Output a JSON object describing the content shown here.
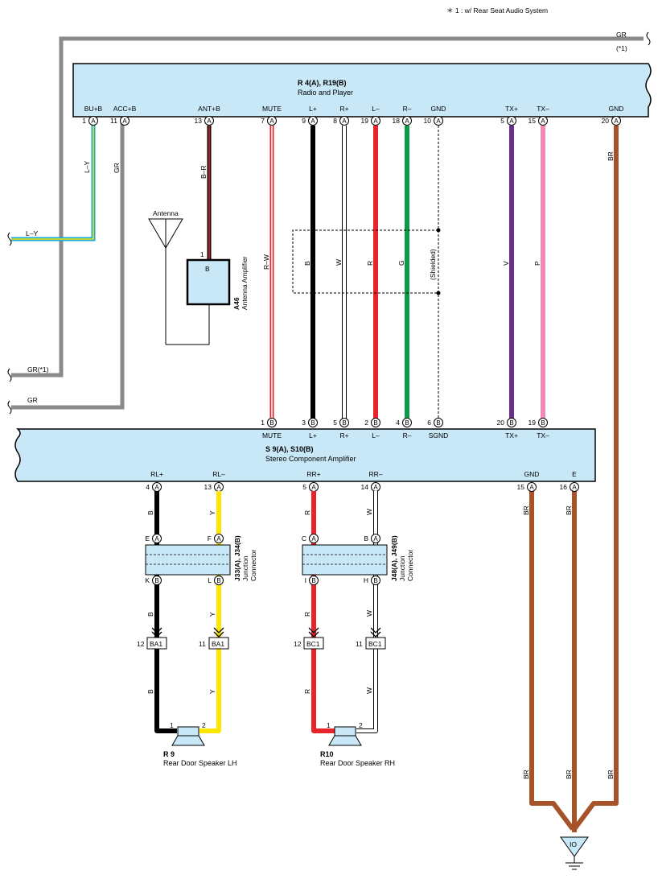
{
  "note": "＊ 1 : w/ Rear Seat Audio System",
  "colors": {
    "gray": "#8a8a8a",
    "black": "#000000",
    "red": "#e8232a",
    "green": "#0a9a4a",
    "violet": "#6a2f8e",
    "pink": "#f08ab5",
    "brown": "#a6532a",
    "yellow": "#ffe600",
    "cyan": "#17a8e0",
    "box_fill": "#c8e8f8",
    "white": "#ffffff"
  },
  "wires": {
    "top_gr": "GR",
    "top_gr_note": "(*1)",
    "left_ly": "L–Y",
    "left_gr1": "GR(*1)",
    "left_gr2": "GR"
  },
  "radio": {
    "id": "R 4(A), R19(B)",
    "name": "Radio and Player",
    "pins": [
      {
        "label": "BU+B",
        "num": "1",
        "con": "A"
      },
      {
        "label": "ACC+B",
        "num": "11",
        "con": "A"
      },
      {
        "label": "ANT+B",
        "num": "13",
        "con": "A"
      },
      {
        "label": "MUTE",
        "num": "7",
        "con": "A"
      },
      {
        "label": "L+",
        "num": "9",
        "con": "A"
      },
      {
        "label": "R+",
        "num": "8",
        "con": "A"
      },
      {
        "label": "L–",
        "num": "19",
        "con": "A"
      },
      {
        "label": "R–",
        "num": "18",
        "con": "A"
      },
      {
        "label": "GND",
        "num": "10",
        "con": "A"
      },
      {
        "label": "TX+",
        "num": "5",
        "con": "A"
      },
      {
        "label": "TX–",
        "num": "15",
        "con": "A"
      },
      {
        "label": "GND",
        "num": "20",
        "con": "A"
      }
    ]
  },
  "wire_colors": {
    "bu": "L–Y",
    "acc": "GR",
    "ant": "B–R",
    "mute": "R–W",
    "lp": "B",
    "rp": "W",
    "lm": "R",
    "rm": "G",
    "shield": "(Shielded)",
    "txp": "V",
    "txm": "P",
    "gnd": "BR"
  },
  "antenna": {
    "label": "Antenna",
    "amp_pin": "1",
    "amp_con": "B",
    "amp_id": "A46",
    "amp_name": "Antenna Amplifier"
  },
  "amp": {
    "id": "S 9(A), S10(B)",
    "name": "Stereo Component Amplifier",
    "top_pins": [
      {
        "label": "MUTE",
        "num": "1",
        "con": "B"
      },
      {
        "label": "L+",
        "num": "3",
        "con": "B"
      },
      {
        "label": "R+",
        "num": "5",
        "con": "B"
      },
      {
        "label": "L–",
        "num": "2",
        "con": "B"
      },
      {
        "label": "R–",
        "num": "4",
        "con": "B"
      },
      {
        "label": "SGND",
        "num": "6",
        "con": "B"
      },
      {
        "label": "TX+",
        "num": "20",
        "con": "B"
      },
      {
        "label": "TX–",
        "num": "19",
        "con": "B"
      }
    ],
    "bottom_pins": [
      {
        "label": "RL+",
        "num": "4",
        "con": "A"
      },
      {
        "label": "RL–",
        "num": "13",
        "con": "A"
      },
      {
        "label": "RR+",
        "num": "5",
        "con": "A"
      },
      {
        "label": "RR–",
        "num": "14",
        "con": "A"
      },
      {
        "label": "GND",
        "num": "15",
        "con": "A"
      },
      {
        "label": "E",
        "num": "16",
        "con": "A"
      }
    ]
  },
  "jc_left": {
    "id": "J33(A), J34(B)",
    "name1": "Junction",
    "name2": "Connector",
    "top": [
      {
        "letter": "E",
        "con": "A"
      },
      {
        "letter": "F",
        "con": "A"
      }
    ],
    "bottom": [
      {
        "letter": "K",
        "con": "B"
      },
      {
        "letter": "L",
        "con": "B"
      }
    ]
  },
  "jc_right": {
    "id": "J48(A), J49(B)",
    "name1": "Junction",
    "name2": "Connector",
    "top": [
      {
        "letter": "C",
        "con": "A"
      },
      {
        "letter": "B",
        "con": "A"
      }
    ],
    "bottom": [
      {
        "letter": "I",
        "con": "B"
      },
      {
        "letter": "H",
        "con": "B"
      }
    ]
  },
  "left_wires": {
    "a": "B",
    "b": "Y"
  },
  "right_wires": {
    "a": "R",
    "b": "W"
  },
  "ba1": {
    "name": "BA1",
    "pin_a": "12",
    "pin_b": "11"
  },
  "bc1": {
    "name": "BC1",
    "pin_a": "12",
    "pin_b": "11"
  },
  "speaker_lh": {
    "id": "R 9",
    "name": "Rear Door Speaker LH",
    "pin1": "1",
    "pin2": "2"
  },
  "speaker_rh": {
    "id": "R10",
    "name": "Rear Door Speaker RH",
    "pin1": "1",
    "pin2": "2"
  },
  "ground": {
    "label": "IO",
    "wire": "BR"
  }
}
